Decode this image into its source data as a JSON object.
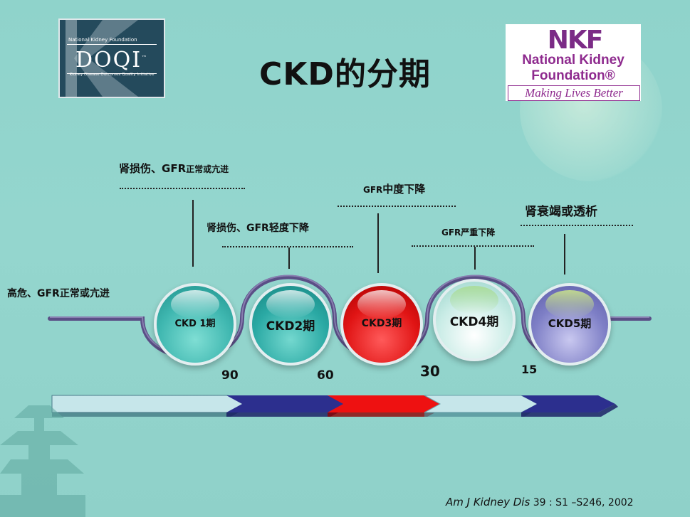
{
  "slide": {
    "title": "CKD的分期",
    "citation_journal": "Am J Kidney Dis",
    "citation_ref": " 39 : S1 –S246, 2002"
  },
  "logos": {
    "doqi_org": "National Kidney Foundation",
    "doqi_word": "DOQI",
    "doqi_tm": "™",
    "doqi_sub": "Kidney Disease Outcomes Quality Initiative",
    "nkf_mark": "NKF",
    "nkf_name_line1": "National Kidney",
    "nkf_name_line2": "Foundation®",
    "nkf_tagline": "Making Lives Better"
  },
  "annotations": {
    "risk": "高危、GFR正常或亢进",
    "stage1_a": "肾损伤、",
    "stage1_b": "GFR",
    "stage1_c": "正常或亢进",
    "stage2": "肾损伤、GFR轻度下降",
    "stage3_a": "GFR",
    "stage3_b": "中度下降",
    "stage4_a": "GFR",
    "stage4_b": "严重下降",
    "stage5": "肾衰竭或透析"
  },
  "stages": [
    {
      "label": "CKD 1期",
      "color": "#3fb7b0"
    },
    {
      "label": "CKD2期",
      "color": "#2aa9a4"
    },
    {
      "label": "CKD3期",
      "color": "#e01414"
    },
    {
      "label": "CKD4期",
      "color": "#c9ece6"
    },
    {
      "label": "CKD5期",
      "color": "#7e7fc6"
    }
  ],
  "gfr_thresholds": [
    "90",
    "60",
    "30",
    "15"
  ],
  "colors": {
    "track": "#5a4f86",
    "arrow_light": "#c6e6ea",
    "arrow_navy": "#2c2f8e",
    "arrow_red": "#ee1111"
  }
}
